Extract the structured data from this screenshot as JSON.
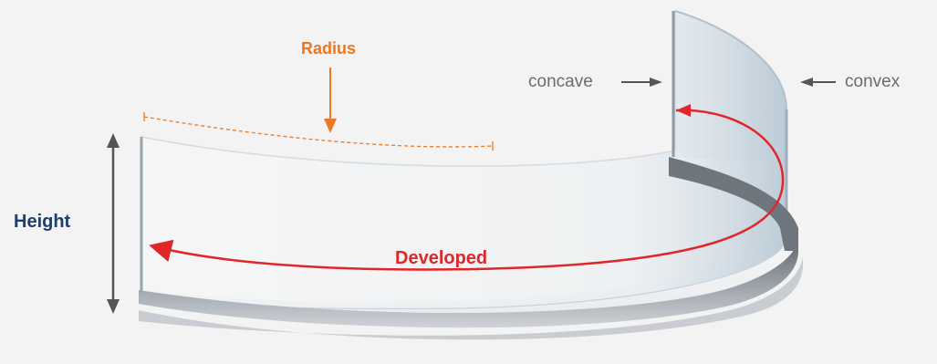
{
  "labels": {
    "radius": "Radius",
    "height": "Height",
    "developed": "Developed",
    "concave": "concave",
    "convex": "convex"
  },
  "colors": {
    "background": "#f3f3f3",
    "radius": "#ee7724",
    "height": "#1e3f6e",
    "developed": "#e0262a",
    "side_text": "#6b6b6b",
    "arrow_gray": "#555555",
    "glass_edge": "#c7d3dc",
    "base_rail": "#7a8088"
  }
}
